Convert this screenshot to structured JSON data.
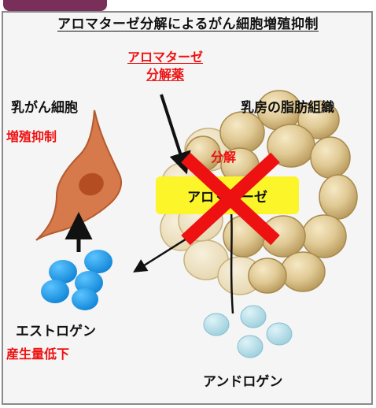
{
  "title": "アロマターゼ分解によるがん細胞増殖抑制",
  "drug": {
    "line1": "アロマターゼ",
    "line2": "分解薬"
  },
  "breast_cancer_cell": {
    "label": "乳がん細胞",
    "effect": "増殖抑制"
  },
  "adipose_tissue": {
    "label": "乳房の脂肪組織"
  },
  "enzyme": {
    "label": "アロマターゼ",
    "action": "分解"
  },
  "estrogen": {
    "label": "エストロゲン",
    "effect": "産生量低下"
  },
  "androgen": {
    "label": "アンドロゲン"
  },
  "colors": {
    "red": "#ee1111",
    "enzyme_box": "#fbf52a",
    "cell": "#d67a4c",
    "estrogen": "#1e9be6",
    "androgen": "#a8dbe8",
    "fat": "#d8bf86",
    "frame": "#8a8a8a",
    "tab": "#7a2f5a"
  }
}
